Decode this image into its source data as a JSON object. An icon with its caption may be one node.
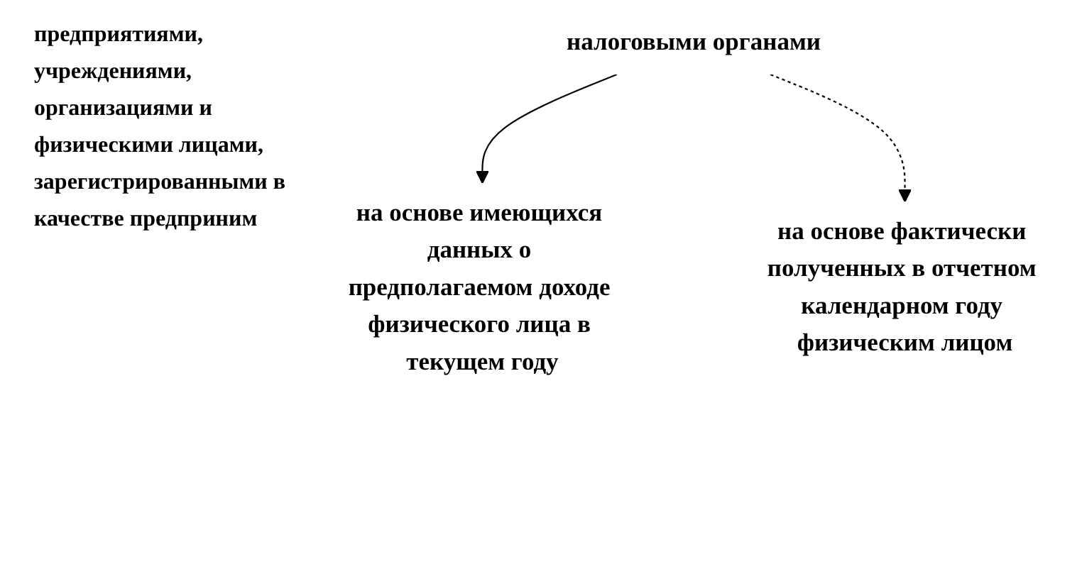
{
  "diagram": {
    "nodes": [
      {
        "text": [
          "налоговыми органами"
        ]
      },
      {
        "text": [
          "на основе имеющихся данных о предполагаемом доходе физического лица в текущем году"
        ]
      },
      {
        "text": [
          "на основе фактически полученных в отчетном календарном году физическим лицом"
        ]
      }
    ],
    "edges": [
      {
        "from": 0,
        "to": 1,
        "arrow": "to"
      },
      {
        "from": 0,
        "to": 2,
        "arrow": "to",
        "style": "dashed"
      }
    ],
    "labels": [
      "предприятиями, учреждениями, организациями и физическими лицами, зарегистрированными в качестве предприним"
    ]
  }
}
